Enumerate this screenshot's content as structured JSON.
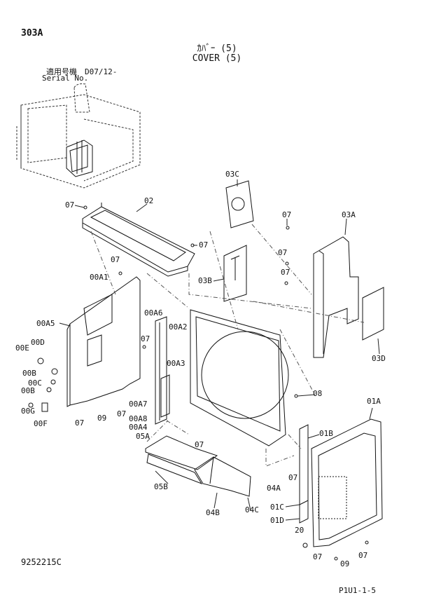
{
  "header": {
    "page_number": "303A",
    "title_jp": "ｶﾊﾞｰ (5)",
    "title_en": "COVER (5)",
    "serial_jp": "適用号機　D07/12-",
    "serial_en": "Serial No."
  },
  "footer": {
    "document_number": "9252215C",
    "sheet_reference": "P1U1-1-5"
  },
  "part_labels": {
    "l_07_a": "07",
    "l_02": "02",
    "l_07_b": "07",
    "l_03c": "03C",
    "l_07_c": "07",
    "l_03a": "03A",
    "l_07_d": "07",
    "l_03b": "03B",
    "l_07_e": "07",
    "l_07_f": "07",
    "l_00a1": "00A1",
    "l_00a6": "00A6",
    "l_00a2": "00A2",
    "l_00a5": "00A5",
    "l_07_g": "07",
    "l_03d": "03D",
    "l_00d": "00D",
    "l_00e": "00E",
    "l_00a3": "00A3",
    "l_00b_a": "00B",
    "l_00c": "00C",
    "l_00b_b": "00B",
    "l_00g": "00G",
    "l_00f": "00F",
    "l_07_h": "07",
    "l_09_a": "09",
    "l_07_i": "07",
    "l_00a7": "00A7",
    "l_00a8": "00A8",
    "l_00a4": "00A4",
    "l_08": "08",
    "l_01a": "01A",
    "l_05a": "05A",
    "l_07_j": "07",
    "l_01b": "01B",
    "l_07_k": "07",
    "l_05b": "05B",
    "l_04a": "04A",
    "l_01c": "01C",
    "l_04b": "04B",
    "l_04c": "04C",
    "l_01d": "01D",
    "l_20": "20",
    "l_07_l": "07",
    "l_07_m": "07",
    "l_09_b": "09"
  }
}
